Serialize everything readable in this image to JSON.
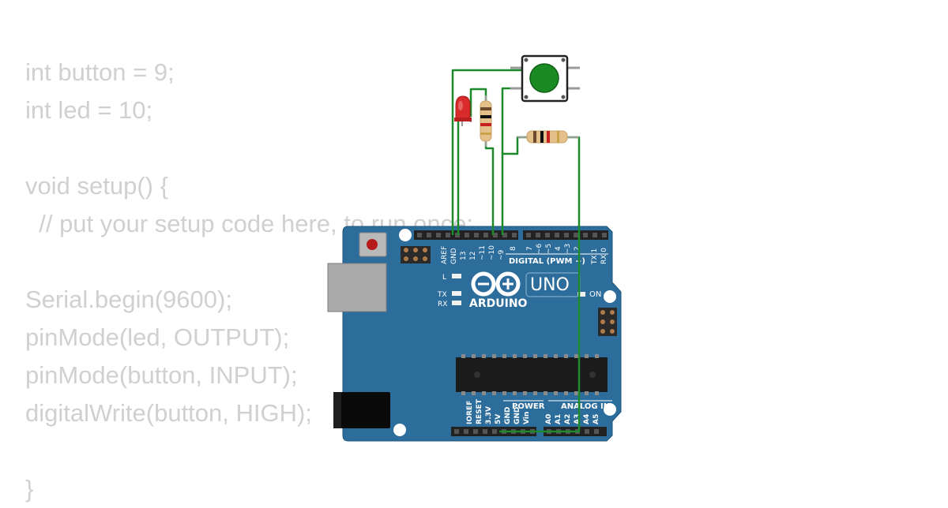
{
  "code_lines": [
    "int button = 9;",
    "int led = 10;",
    "",
    "void setup() {",
    "  // put your setup code here, to run once:",
    "",
    "Serial.begin(9600);",
    "pinMode(led, OUTPUT);",
    "pinMode(button, INPUT);",
    "digitalWrite(button, HIGH);",
    "",
    "}"
  ],
  "board": {
    "brand": "ARDUINO",
    "model": "UNO",
    "digital_label": "DIGITAL (PWM ~)",
    "power_label": "POWER",
    "analog_label": "ANALOG IN",
    "on_label": "ON",
    "led_l_label": "L",
    "tx_label": "TX",
    "rx_label": "RX",
    "top_pin_labels": [
      "AREF",
      "GND",
      "13",
      "12",
      "~11",
      "~10",
      "~9",
      "8",
      "7",
      "~6",
      "~5",
      "4",
      "~3",
      "2",
      "TX 1",
      "RX 0"
    ],
    "bottom_pin_labels": [
      "IOREF",
      "RESET",
      "3.3V",
      "5V",
      "GND",
      "GND",
      "Vin",
      "A0",
      "A1",
      "A2",
      "A3",
      "A4",
      "A5"
    ]
  },
  "colors": {
    "board": "#2c6d9c",
    "wire": "#1c8a2a",
    "button_cap": "#1a8a22",
    "led": "#d92b2b",
    "code_text": "#d0d0d0"
  }
}
